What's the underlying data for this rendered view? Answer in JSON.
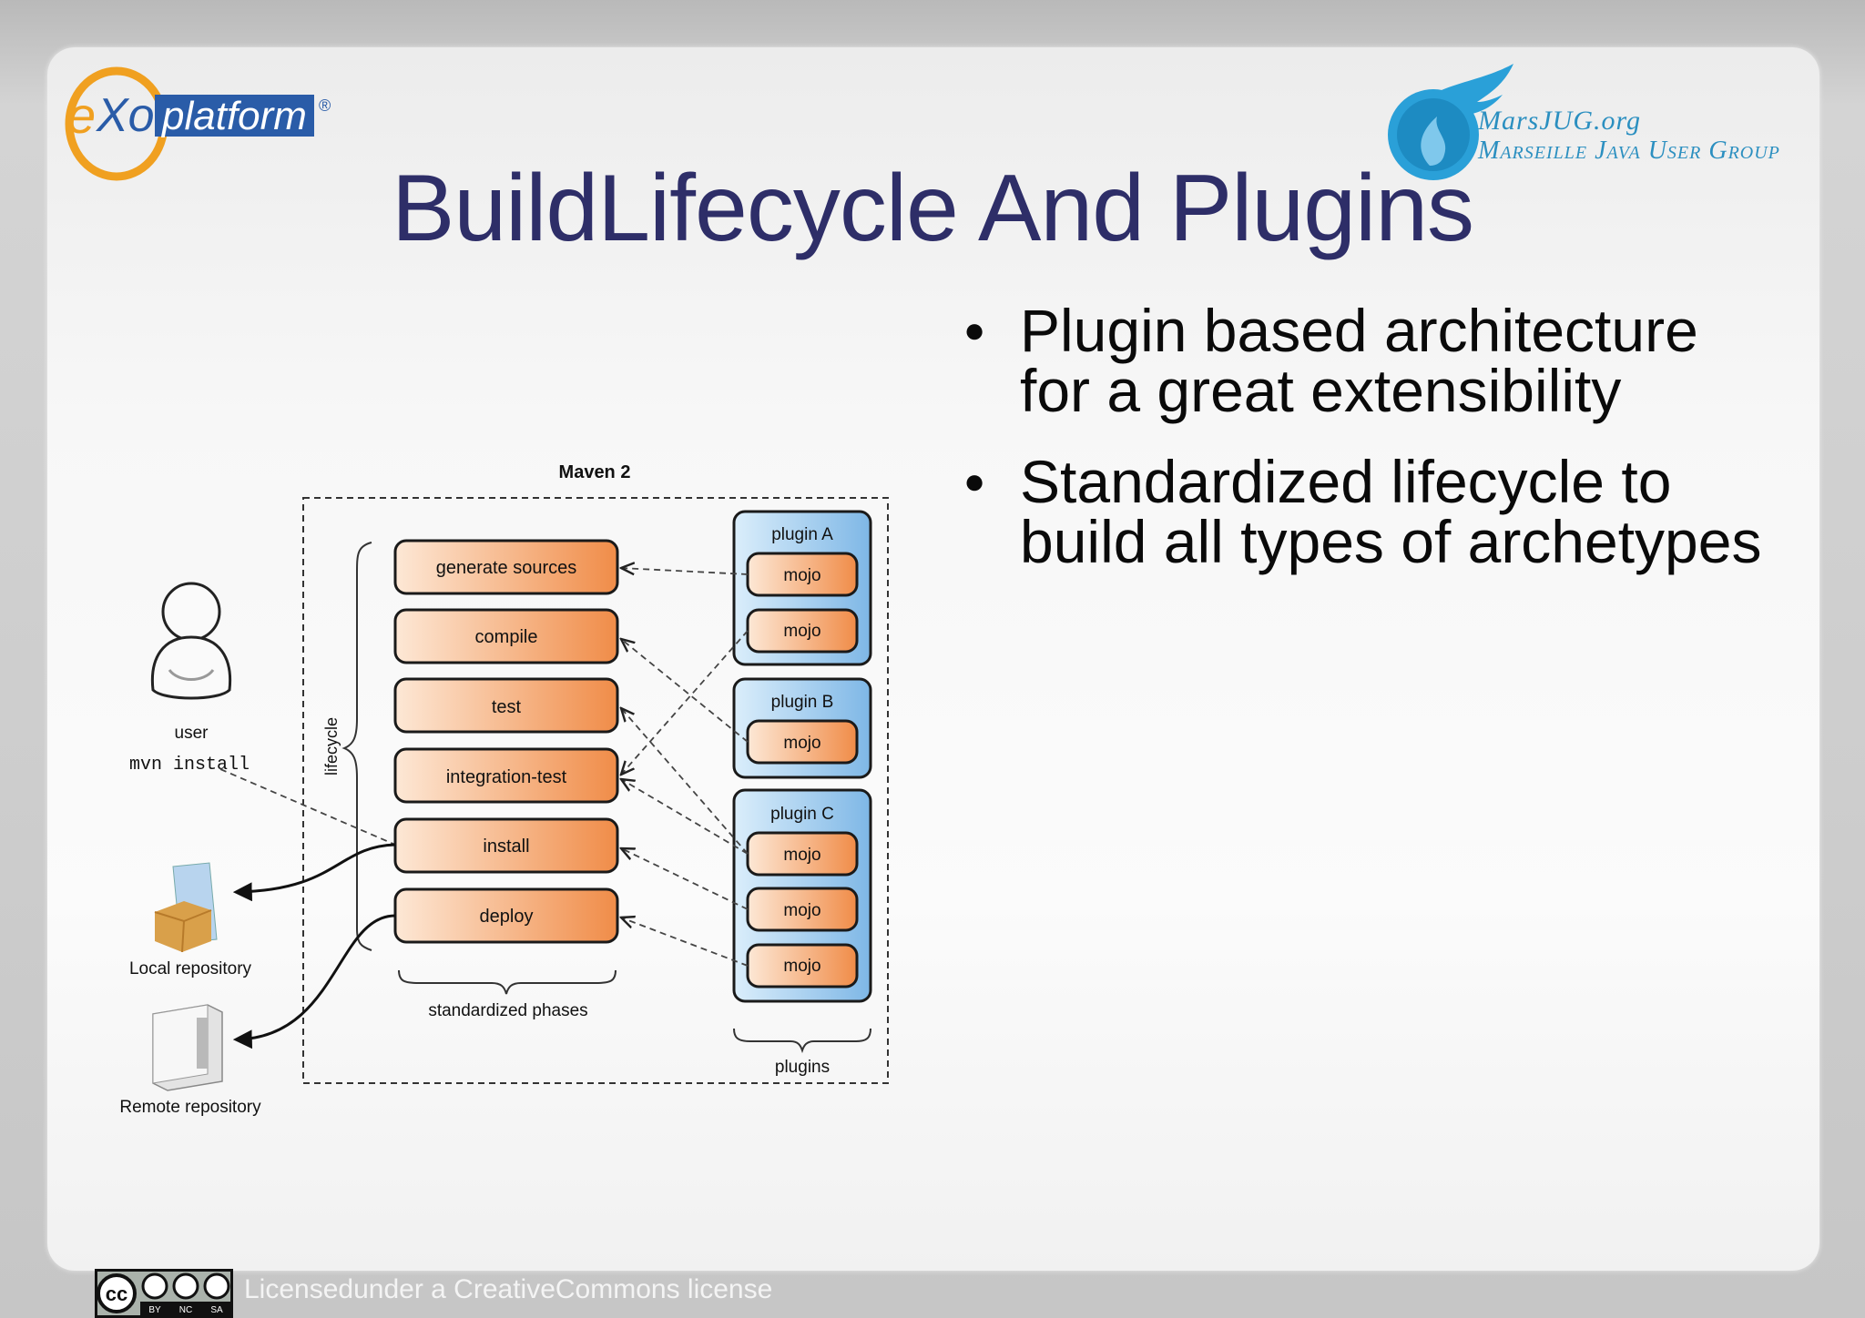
{
  "slide": {
    "title": "BuildLifecycle And Plugins",
    "bullets": [
      "Plugin based architecture for a great extensibility",
      "Standardized lifecycle to build all types of archetypes"
    ]
  },
  "logos": {
    "exo": {
      "left": "e",
      "mid": "Xo",
      "right": "platform",
      "mark": "®"
    },
    "marsjug": {
      "line1": "MarsJUG.org",
      "line2": "Marseille Java User Group"
    }
  },
  "diagram": {
    "title": "Maven 2",
    "user_label": "user",
    "command": "mvn install",
    "local_repo": "Local repository",
    "remote_repo": "Remote repository",
    "lifecycle_label": "lifecycle",
    "phases": [
      "generate sources",
      "compile",
      "test",
      "integration-test",
      "install",
      "deploy"
    ],
    "phases_caption": "standardized phases",
    "plugins": [
      {
        "name": "plugin A",
        "mojos": [
          "mojo",
          "mojo"
        ]
      },
      {
        "name": "plugin B",
        "mojos": [
          "mojo"
        ]
      },
      {
        "name": "plugin C",
        "mojos": [
          "mojo",
          "mojo",
          "mojo"
        ]
      }
    ],
    "plugins_caption": "plugins"
  },
  "footer": {
    "cc_badge": [
      "BY",
      "NC",
      "SA"
    ],
    "license_text": "Licensedunder a CreativeCommons license"
  },
  "colors": {
    "title": "#2e2e68",
    "phase_orange": "#f39a5e",
    "plugin_blue": "#8fc1ea",
    "mars_blue": "#2b8fc0",
    "exo_orange": "#f0a020",
    "exo_blue": "#2a5ca8"
  }
}
